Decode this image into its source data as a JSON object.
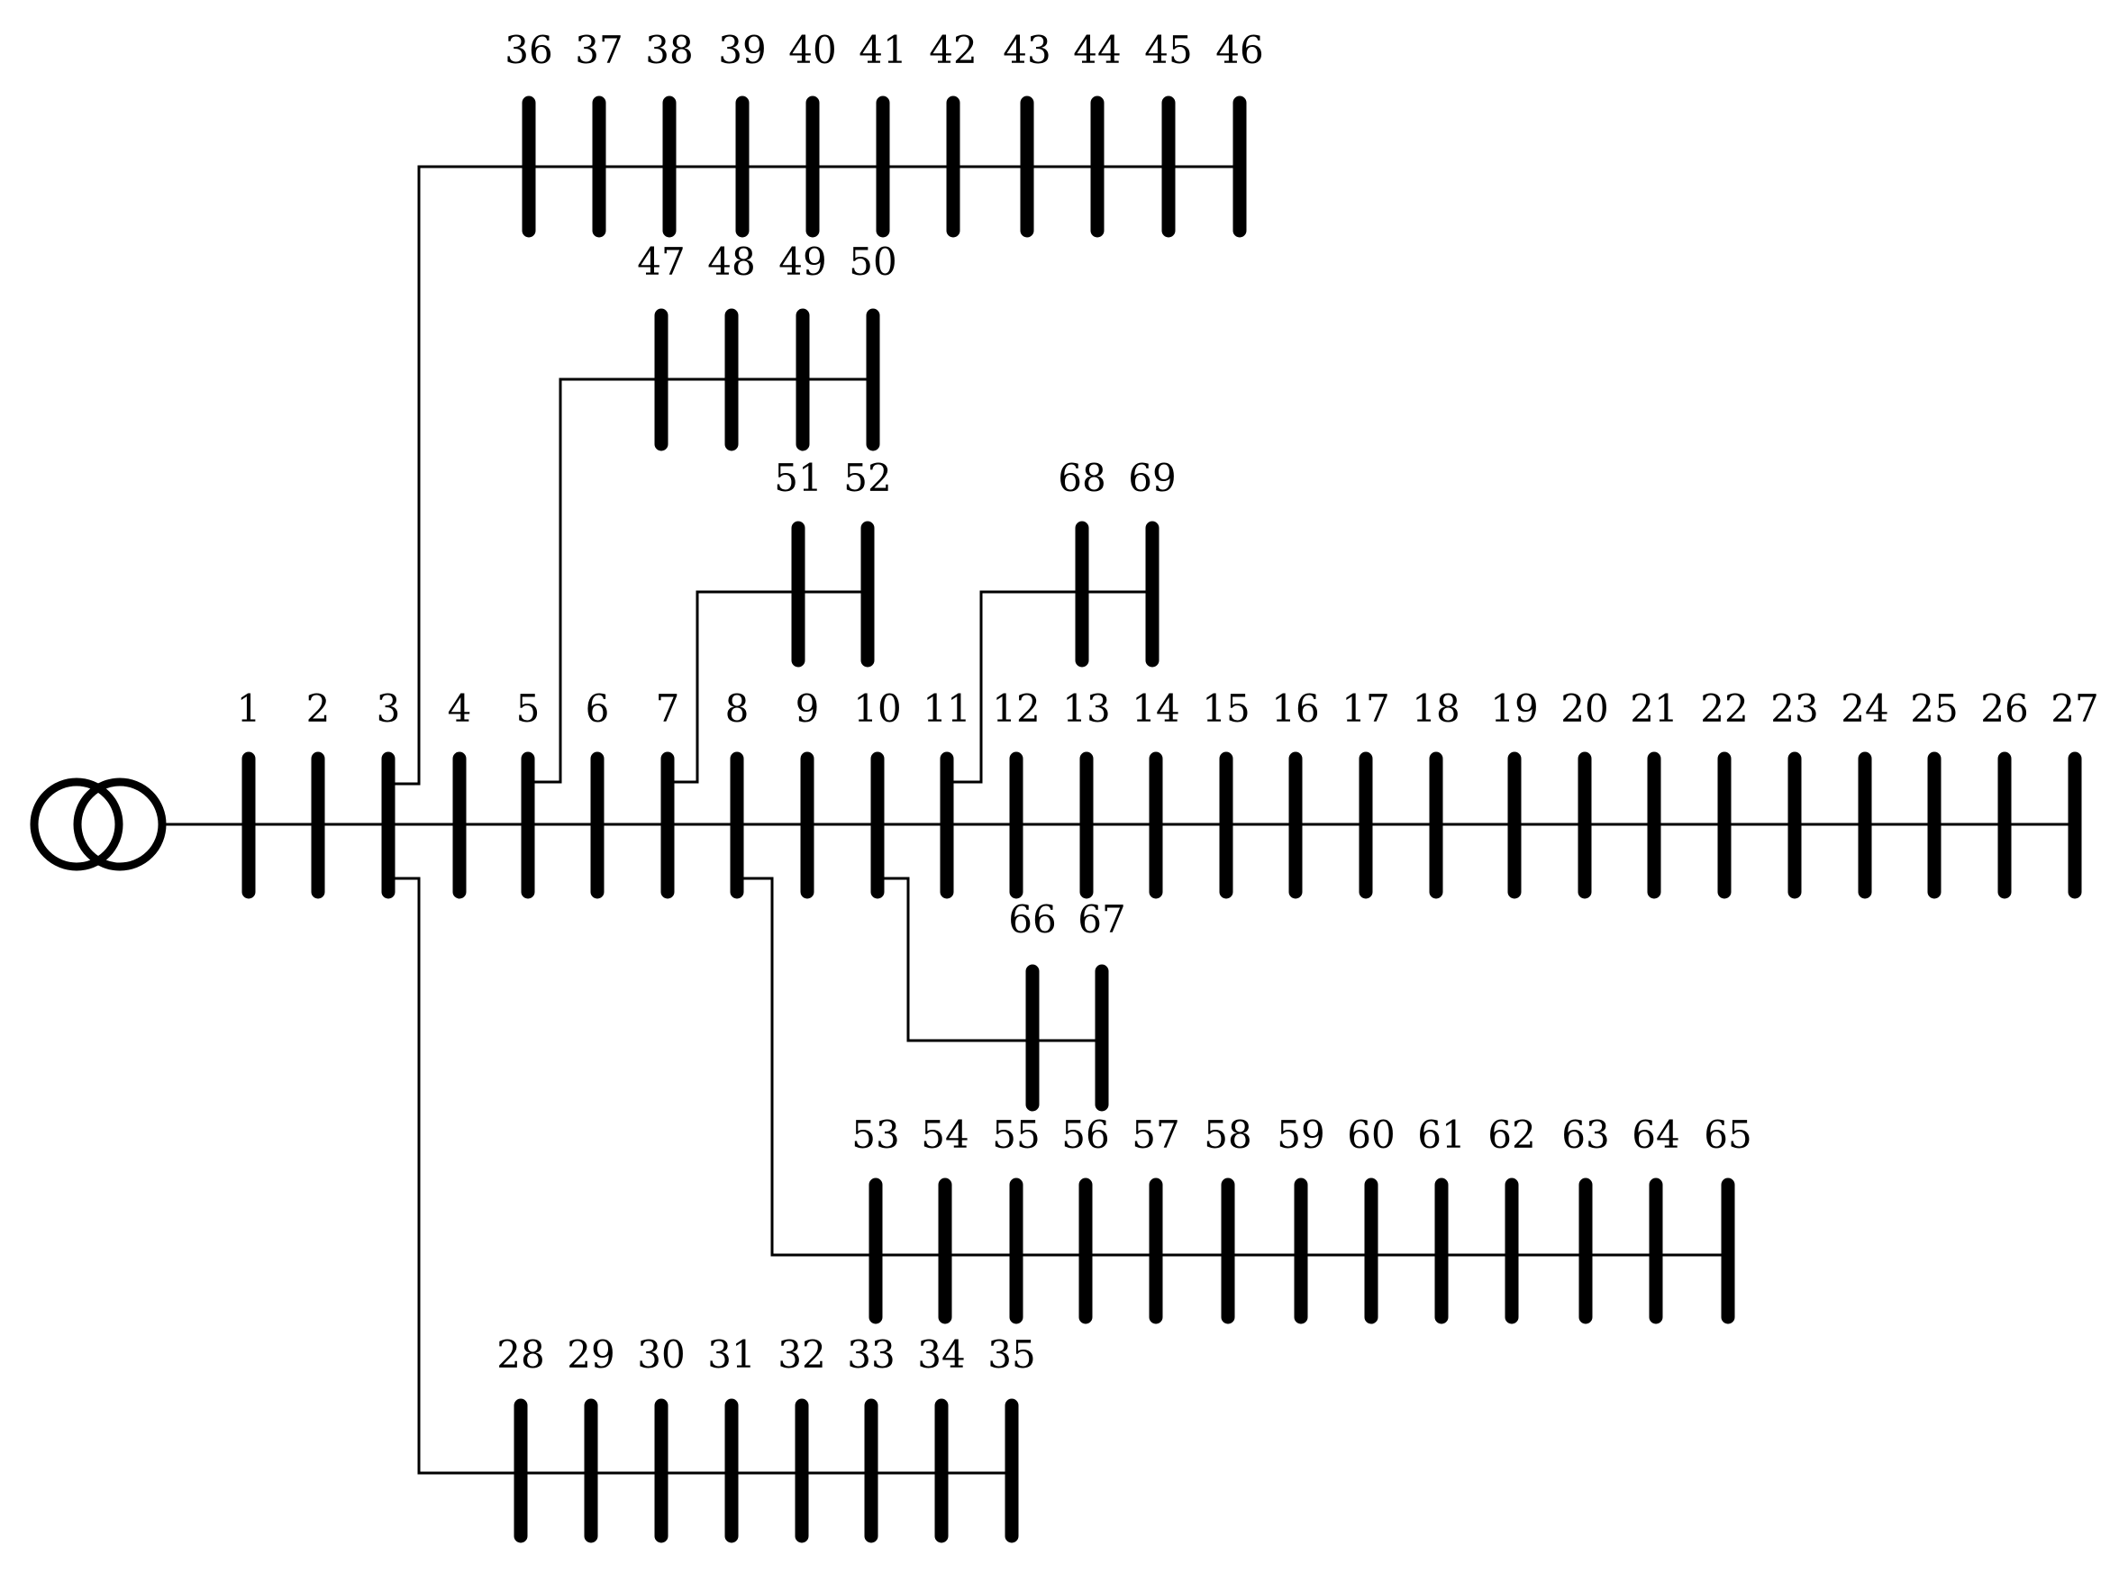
{
  "source": "transformer",
  "buses": [
    "1",
    "2",
    "3",
    "4",
    "5",
    "6",
    "7",
    "8",
    "9",
    "10",
    "11",
    "12",
    "13",
    "14",
    "15",
    "16",
    "17",
    "18",
    "19",
    "20",
    "21",
    "22",
    "23",
    "24",
    "25",
    "26",
    "27",
    "28",
    "29",
    "30",
    "31",
    "32",
    "33",
    "34",
    "35",
    "36",
    "37",
    "38",
    "39",
    "40",
    "41",
    "42",
    "43",
    "44",
    "45",
    "46",
    "47",
    "48",
    "49",
    "50",
    "51",
    "52",
    "53",
    "54",
    "55",
    "56",
    "57",
    "58",
    "59",
    "60",
    "61",
    "62",
    "63",
    "64",
    "65",
    "66",
    "67",
    "68",
    "69"
  ],
  "feeders": [
    {
      "from": "3",
      "buses": [
        "36",
        "37",
        "38",
        "39",
        "40",
        "41",
        "42",
        "43",
        "44",
        "45",
        "46"
      ]
    },
    {
      "from": "5",
      "buses": [
        "47",
        "48",
        "49",
        "50"
      ]
    },
    {
      "from": "7",
      "buses": [
        "51",
        "52"
      ]
    },
    {
      "from": "11",
      "buses": [
        "68",
        "69"
      ]
    },
    {
      "from": "source",
      "buses": [
        "1",
        "2",
        "3",
        "4",
        "5",
        "6",
        "7",
        "8",
        "9",
        "10",
        "11",
        "12",
        "13",
        "14",
        "15",
        "16",
        "17",
        "18",
        "19",
        "20",
        "21",
        "22",
        "23",
        "24",
        "25",
        "26",
        "27"
      ]
    },
    {
      "from": "10",
      "buses": [
        "66",
        "67"
      ]
    },
    {
      "from": "8",
      "buses": [
        "53",
        "54",
        "55",
        "56",
        "57",
        "58",
        "59",
        "60",
        "61",
        "62",
        "63",
        "64",
        "65"
      ]
    },
    {
      "from": "3",
      "buses": [
        "28",
        "29",
        "30",
        "31",
        "32",
        "33",
        "34",
        "35"
      ]
    }
  ]
}
